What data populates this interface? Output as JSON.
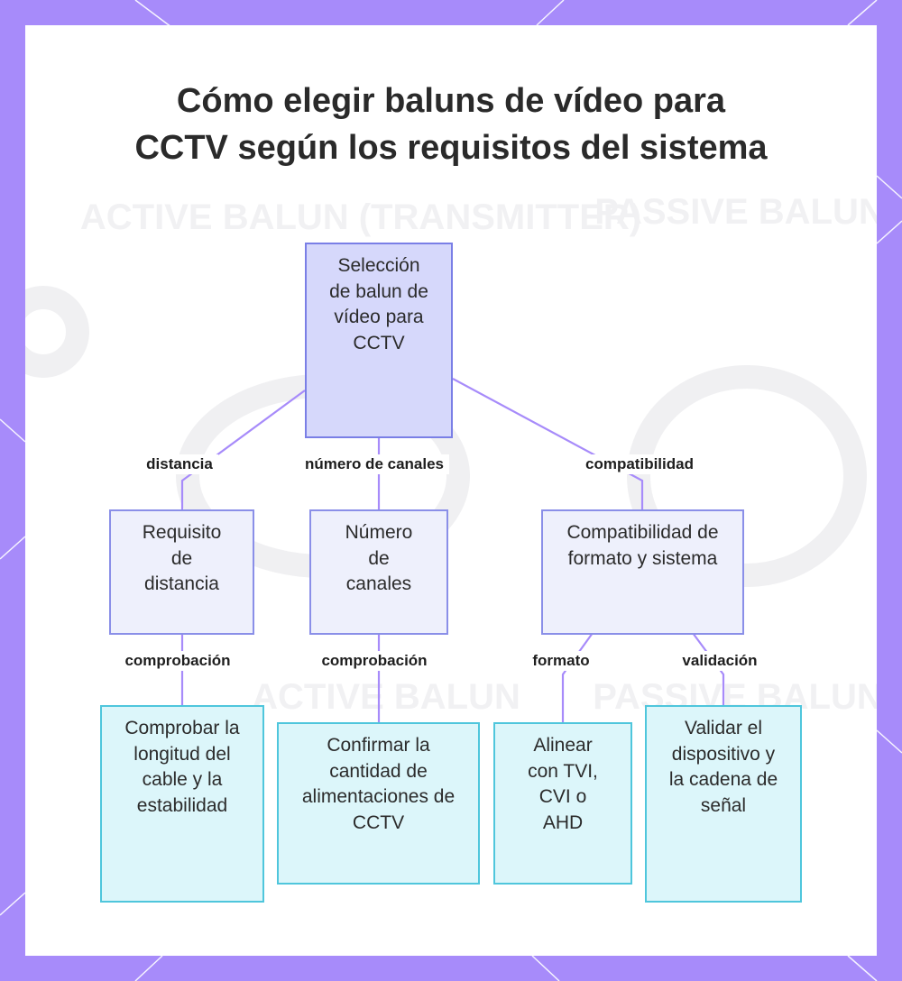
{
  "diagram": {
    "title": "Cómo elegir baluns de vídeo para CCTV según los requisitos del sistema",
    "background_watermark_labels": [
      "ACTIVE BALUN (TRANSMITTER)",
      "PASSIVE BALUN",
      "ACTIVE BALUN",
      "PASSIVE BALUN"
    ],
    "nodes": {
      "root": "Selección de balun de vídeo para CCTV",
      "distance": "Requisito de distancia",
      "channels": "Número de canales",
      "compat": "Compatibilidad de formato y sistema",
      "cable": "Comprobar la longitud del cable y la estabilidad",
      "power": "Confirmar la cantidad de alimentaciones de CCTV",
      "align": "Alinear con TVI, CVI o AHD",
      "validate": "Validar el dispositivo y la cadena de señal"
    },
    "edges": {
      "root_distance": "distancia",
      "root_channels": "número de canales",
      "root_compat": "compatibilidad",
      "distance_cable": "comprobación",
      "channels_power": "comprobación",
      "compat_align": "formato",
      "compat_validate": "validación"
    },
    "colors": {
      "frame": "#a78bfa",
      "root_fill": "#d6d8fb",
      "root_border": "#7a7fe6",
      "mid_fill": "#eef0fc",
      "mid_border": "#8a8fe8",
      "leaf_fill": "#dcf6fa",
      "leaf_border": "#4fc6dc",
      "edge": "#a78bfa"
    }
  }
}
